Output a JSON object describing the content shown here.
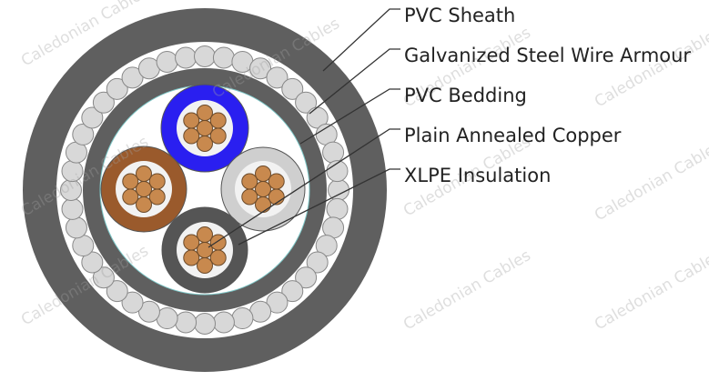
{
  "labels": {
    "sheath": "PVC Sheath",
    "armour": "Galvanized Steel Wire Armour",
    "bedding": "PVC Bedding",
    "conductor": "Plain Annealed Copper",
    "insulation": "XLPE Insulation"
  },
  "watermark": "Caledonian Cables",
  "colors": {
    "sheath": "#5f5f5f",
    "armour_wire": "#d8d8d8",
    "bedding": "#5f5f5f",
    "copper": "#c8894e",
    "core_blue": "#2a1ff0",
    "core_brown": "#9a5a2c",
    "core_grey": "#cfcfcf",
    "core_black": "#555555"
  }
}
